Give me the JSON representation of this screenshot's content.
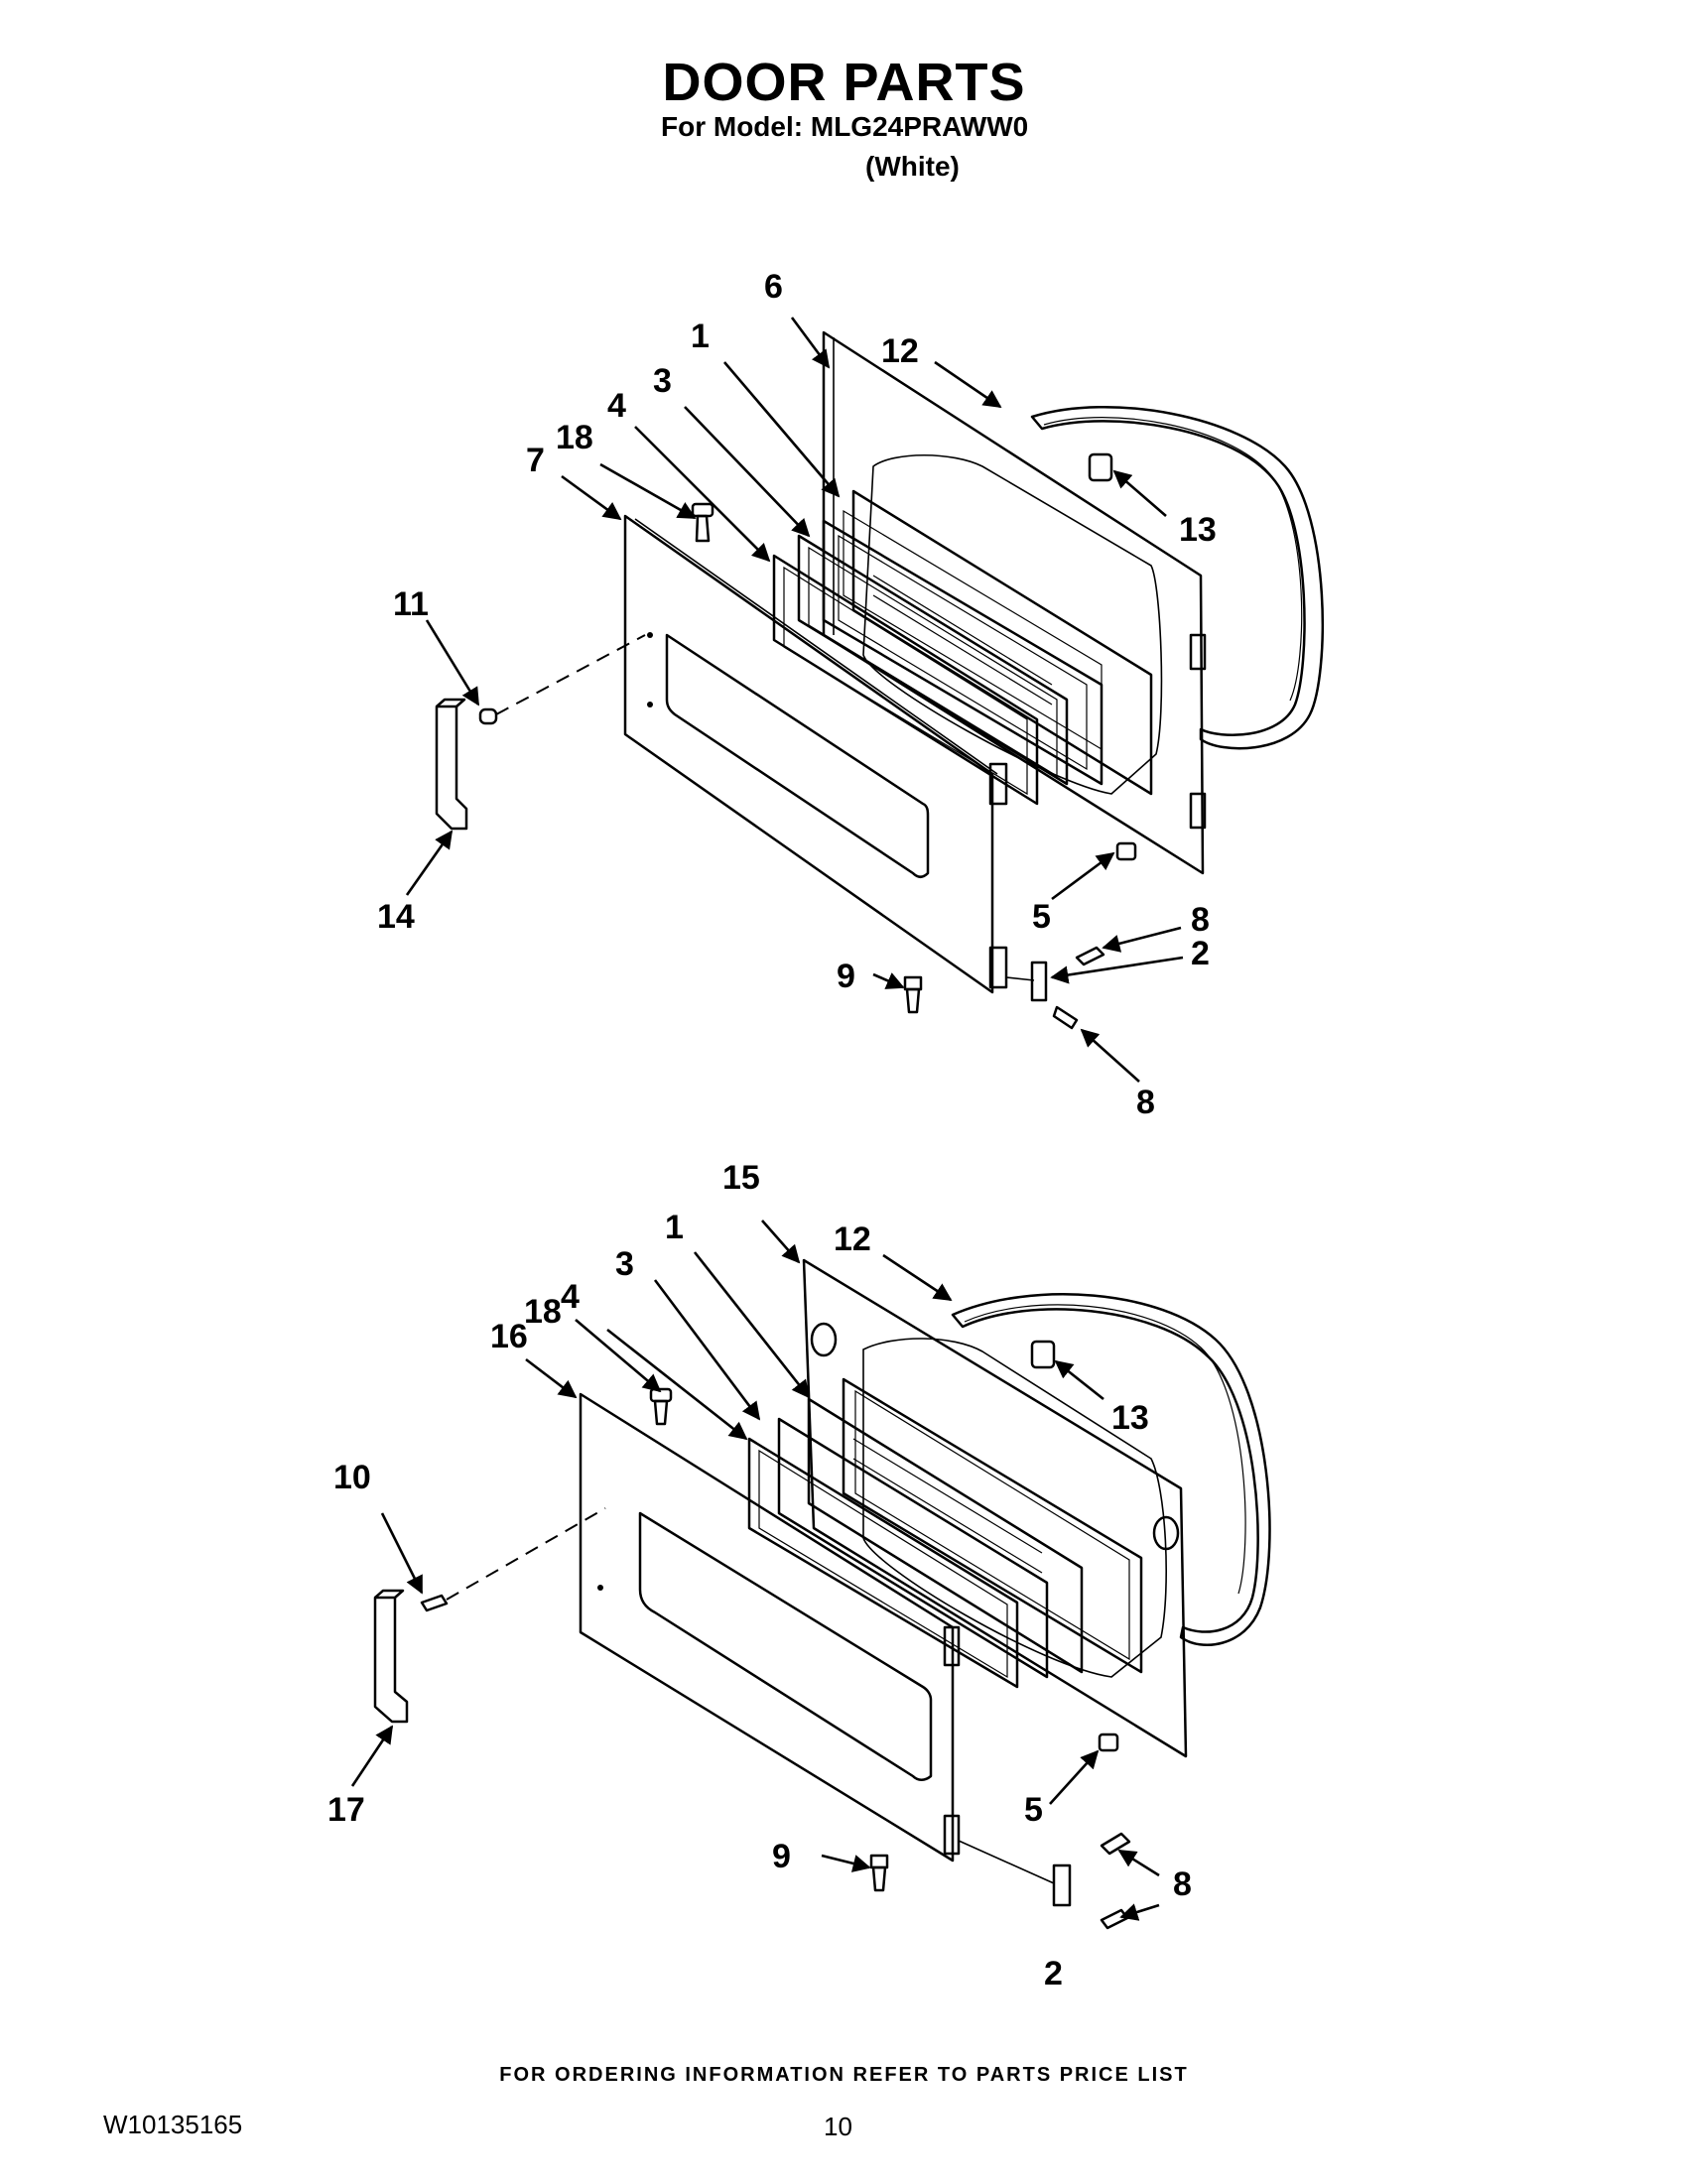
{
  "header": {
    "title": "DOOR PARTS",
    "model_line": "For Model: MLG24PRAWW0",
    "color_line": "(White)"
  },
  "diagram_top": {
    "callouts": [
      "6",
      "1",
      "12",
      "3",
      "4",
      "18",
      "7",
      "13",
      "11",
      "14",
      "5",
      "8",
      "2",
      "9",
      "8"
    ]
  },
  "diagram_bottom": {
    "callouts": [
      "15",
      "1",
      "12",
      "3",
      "18",
      "4",
      "16",
      "13",
      "10",
      "17",
      "5",
      "9",
      "8",
      "2"
    ]
  },
  "footer": {
    "note": "FOR ORDERING INFORMATION REFER TO PARTS PRICE LIST",
    "doc_number": "W10135165",
    "page_number": "10"
  }
}
